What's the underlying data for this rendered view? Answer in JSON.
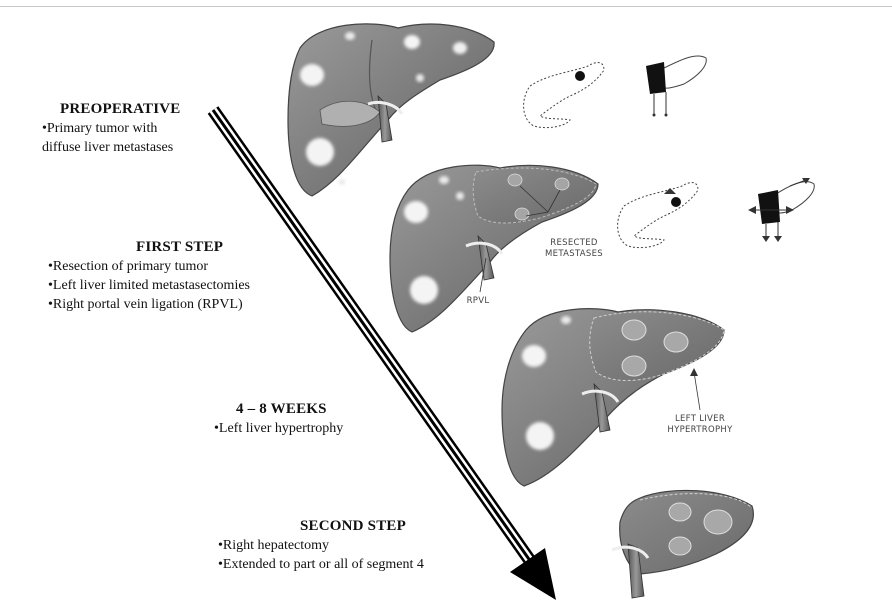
{
  "steps": [
    {
      "heading": "PREOPERATIVE",
      "lines": [
        "•Primary tumor with",
        "diffuse liver metastases"
      ]
    },
    {
      "heading": "FIRST STEP",
      "lines": [
        "•Resection of primary tumor",
        "•Left liver limited metastasectomies",
        "•Right portal vein ligation (RPVL)"
      ]
    },
    {
      "heading": "4 – 8 WEEKS",
      "lines": [
        "•Left liver hypertrophy"
      ]
    },
    {
      "heading": "SECOND STEP",
      "lines": [
        "•Right hepatectomy",
        "•Extended to part or all of segment 4"
      ]
    }
  ],
  "labels": {
    "resected_1": "RESECTED",
    "resected_2": "METASTASES",
    "rpvl": "RPVL",
    "hyper_1": "LEFT LIVER",
    "hyper_2": "HYPERTROPHY"
  }
}
